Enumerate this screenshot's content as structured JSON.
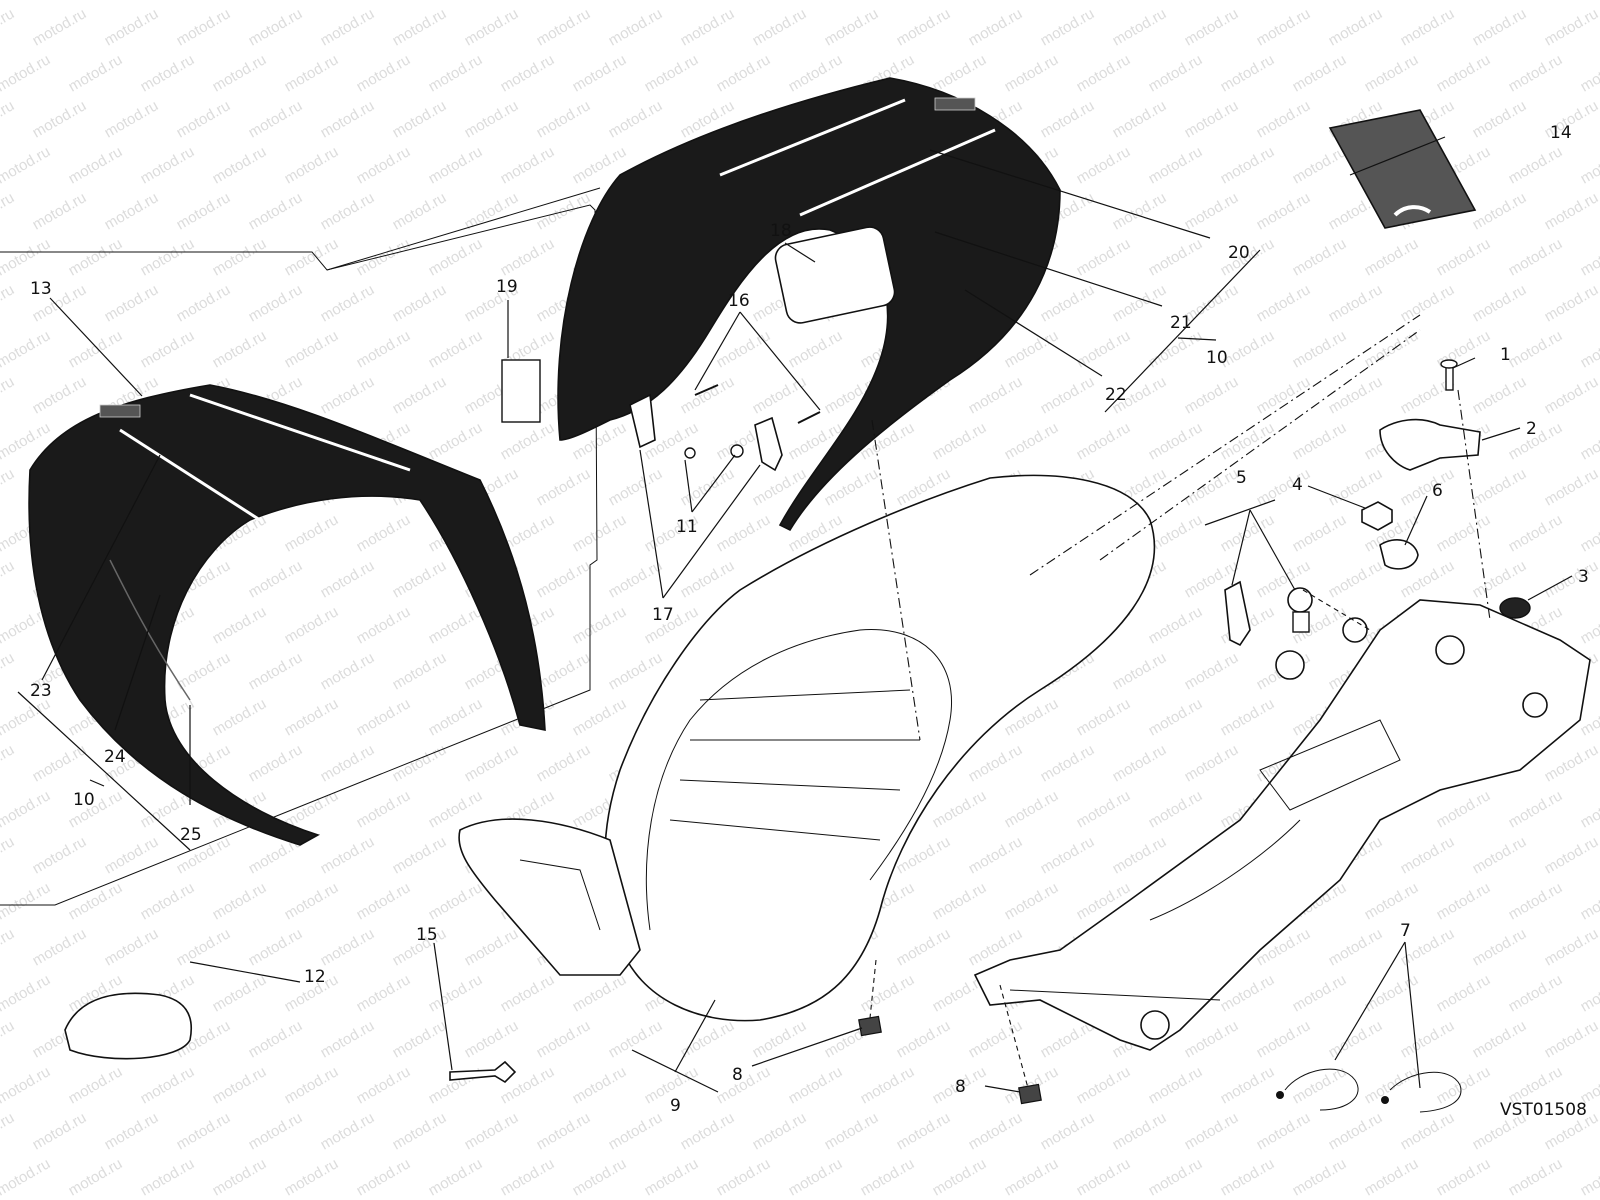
{
  "watermark": "motod.ru",
  "reference_code": "VST01508",
  "callouts": [
    "1",
    "2",
    "3",
    "4",
    "5",
    "6",
    "7",
    "8",
    "8",
    "9",
    "10",
    "10",
    "11",
    "12",
    "13",
    "14",
    "15",
    "16",
    "17",
    "18",
    "19",
    "20",
    "21",
    "22",
    "23",
    "24",
    "25"
  ]
}
